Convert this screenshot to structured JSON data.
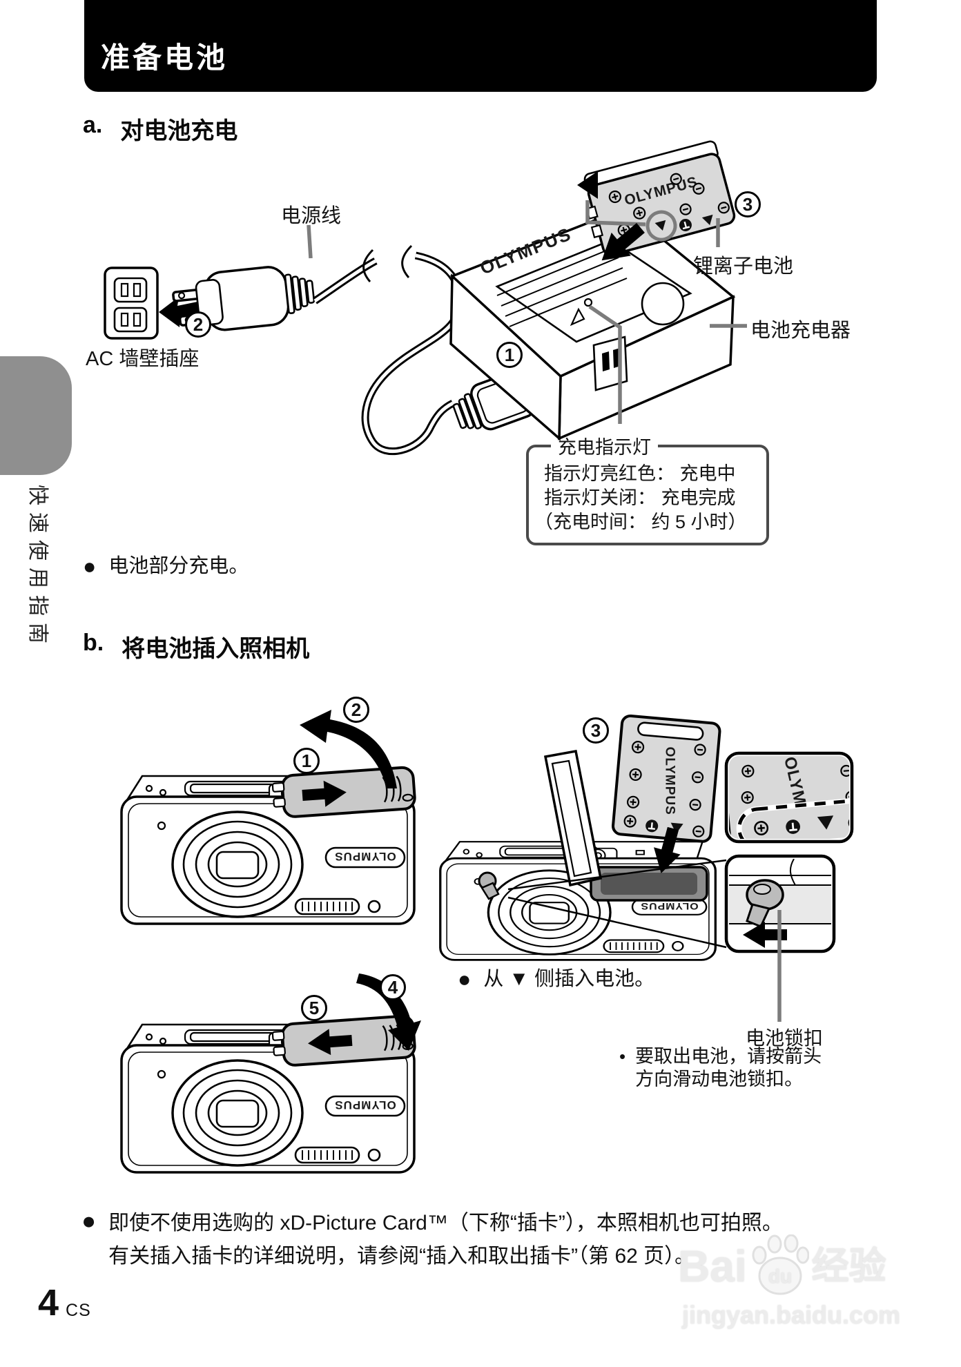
{
  "brand": "OLYMPUS",
  "page": {
    "header_title": "准备电池",
    "side_tab_label": "快速使用指南",
    "page_number": "4",
    "page_region": "CS"
  },
  "glyphs": {
    "bullet": "●",
    "dot": "•"
  },
  "section_a": {
    "letter": "a.",
    "title": "对电池充电",
    "label_power_cord": "电源线",
    "label_ac_outlet": "AC 墙壁插座",
    "label_battery": "锂离子电池",
    "label_charger": "电池充电器",
    "steps": {
      "one": "1",
      "two": "2",
      "three": "3"
    },
    "indicator": {
      "legend": "充电指示灯",
      "line1": "指示灯亮红色： 充电中",
      "line2": "指示灯关闭： 充电完成",
      "line3": "（充电时间： 约 5 小时）"
    },
    "note": "电池部分充电。"
  },
  "section_b": {
    "letter": "b.",
    "title": "将电池插入照相机",
    "steps": {
      "one": "1",
      "two": "2",
      "three": "3",
      "four": "4",
      "five": "5"
    },
    "insert_note": "从 ▼ 侧插入电池。",
    "lock_label": "电池锁扣",
    "lock_note_line1": "要取出电池，请按箭头",
    "lock_note_line2": "方向滑动电池锁扣。"
  },
  "footer": {
    "note_line1": "即使不使用选购的 xD-Picture Card™（下称“插卡”），本照相机也可拍照。",
    "note_line2": "有关插入插卡的详细说明，请参阅“插入和取出插卡”（第 62 页）。"
  },
  "watermark": {
    "brand_prefix": "Bai",
    "brand_mid": "du",
    "brand_suffix": "经验",
    "url": "jingyan.baidu.com"
  }
}
